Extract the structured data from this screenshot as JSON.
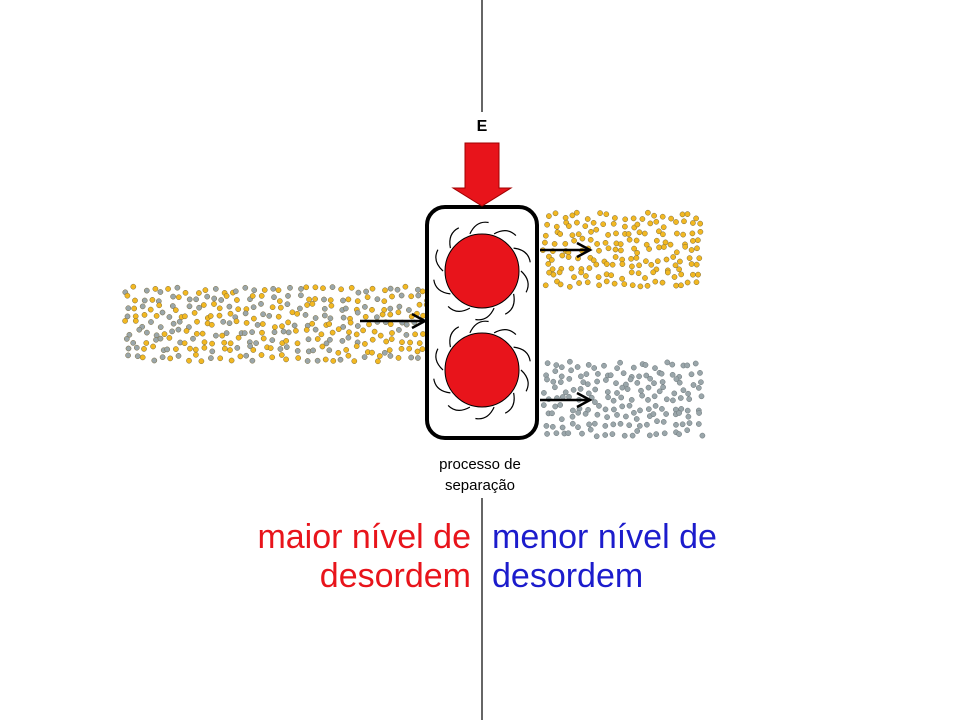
{
  "energy_label": "E",
  "process_label": [
    "processo de",
    "separação"
  ],
  "left_caption": [
    "maior nível de",
    "desordem"
  ],
  "right_caption": [
    "menor nível de",
    "desordem"
  ],
  "colors": {
    "left_caption": "#e8141b",
    "right_caption": "#1c1ccc",
    "energy_arrow": "#e8141b",
    "rotor": "#e8141b",
    "particle_yellow": "#f2b822",
    "particle_grey": "#9aa6aa"
  },
  "icons": {
    "energy": "down-arrow-icon",
    "flow": "right-arrow-icon",
    "rotor": "rotor-icon"
  }
}
